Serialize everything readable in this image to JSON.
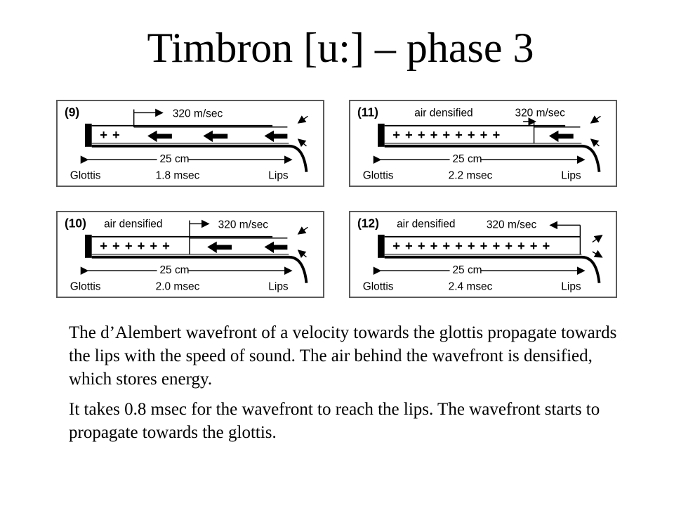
{
  "title": "Timbron [u:] – phase 3",
  "panels": [
    {
      "id": "(9)",
      "glottis": "Glottis",
      "time": "1.8  msec",
      "lips": "Lips",
      "length": "25 cm",
      "speed": "320 m/sec",
      "pluses": "+ +",
      "air_label": ""
    },
    {
      "id": "(11)",
      "glottis": "Glottis",
      "time": "2.2  msec",
      "lips": "Lips",
      "length": "25 cm",
      "speed": "320  m/sec",
      "pluses": "+ + + + + + + + +",
      "air_label": "air densified"
    },
    {
      "id": "(10)",
      "glottis": "Glottis",
      "time": "2.0  msec",
      "lips": "Lips",
      "length": "25 cm",
      "speed": "320 m/sec",
      "pluses": "+ + + + + +",
      "air_label": "air densified"
    },
    {
      "id": "(12)",
      "glottis": "Glottis",
      "time": "2.4  msec",
      "lips": "Lips",
      "length": "25 cm",
      "speed": "320 m/sec",
      "pluses": "+ + + + + + + + + + + + +",
      "air_label": "air densified"
    }
  ],
  "body": {
    "p1": "The d’Alembert wavefront of a velocity towards the glottis propagate towards the lips with the speed of sound. The air behind the wavefront is densified, which stores energy.",
    "p2": "It takes 0.8 msec for the wavefront to reach the lips. The wavefront starts to propagate towards the glottis."
  }
}
